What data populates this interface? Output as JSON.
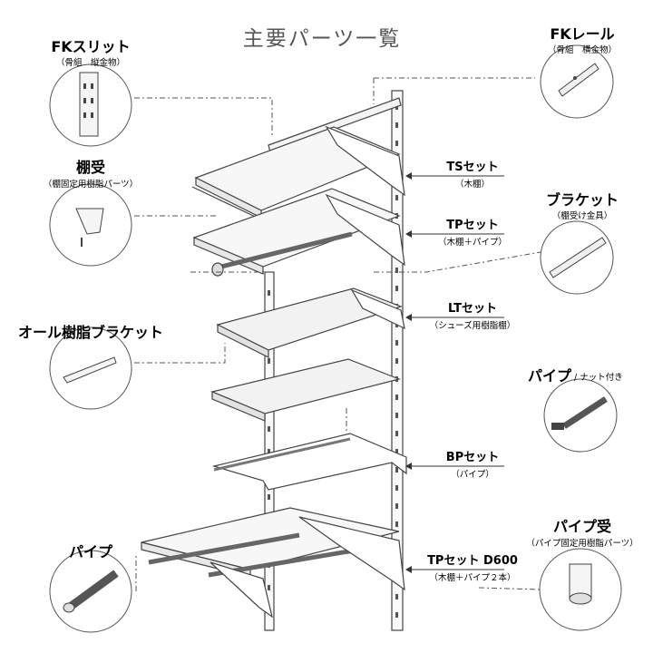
{
  "title": "主要パーツ一覧",
  "parts": {
    "fk_slit": {
      "name": "FKスリット",
      "sub": "（骨組　縦金物）"
    },
    "fk_rail": {
      "name": "FKレール",
      "sub": "（骨組　横金物）"
    },
    "tanauke": {
      "name": "棚受",
      "sub": "（棚固定用樹脂パーツ）"
    },
    "bracket": {
      "name": "ブラケット",
      "sub": "（棚受け金具）"
    },
    "all_resin": {
      "name": "オール樹脂ブラケット",
      "sub": ""
    },
    "pipe_nut": {
      "name": "パイプ",
      "name_suffix": "/ ナット付き"
    },
    "pipe": {
      "name": "パイプ"
    },
    "pipe_uke": {
      "name": "パイプ受",
      "sub": "（パイプ固定用樹脂パーツ）"
    }
  },
  "sets": [
    {
      "name": "TSセット",
      "sub": "（木棚）"
    },
    {
      "name": "TPセット",
      "sub": "（木棚＋パイプ）"
    },
    {
      "name": "LTセット",
      "sub": "（シューズ用樹脂棚）"
    },
    {
      "name": "BPセット",
      "sub": "（パイプ）"
    },
    {
      "name": "TPセット D600",
      "sub": "（木棚＋パイプ２本）"
    }
  ]
}
